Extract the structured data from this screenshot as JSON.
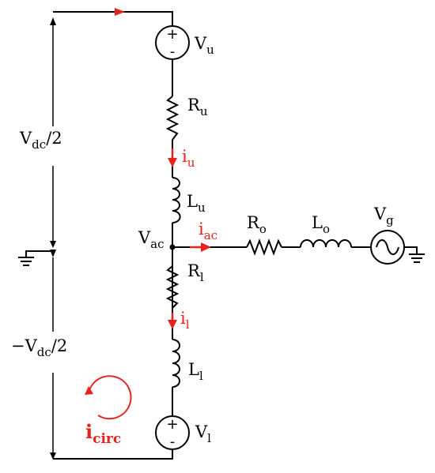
{
  "labels": {
    "vu": {
      "main": "V",
      "sub": "u"
    },
    "ru": {
      "main": "R",
      "sub": "u"
    },
    "iu": {
      "main": "i",
      "sub": "u"
    },
    "lu": {
      "main": "L",
      "sub": "u"
    },
    "vac": {
      "main": "V",
      "sub": "ac"
    },
    "iac": {
      "main": "i",
      "sub": "ac"
    },
    "ro": {
      "main": "R",
      "sub": "o"
    },
    "lo": {
      "main": "L",
      "sub": "o"
    },
    "vg": {
      "main": "V",
      "sub": "g"
    },
    "rl": {
      "main": "R",
      "sub": "l"
    },
    "il": {
      "main": "i",
      "sub": "l"
    },
    "ll": {
      "main": "L",
      "sub": "l"
    },
    "vl": {
      "main": "V",
      "sub": "l"
    },
    "icirc": {
      "main": "i",
      "sub": "circ"
    },
    "vdc_top": {
      "main": "V",
      "sub": "dc",
      "tail": "/2"
    },
    "vdc_bottom": {
      "pre": "−V",
      "sub": "dc",
      "tail": "/2"
    }
  },
  "signs": {
    "plus": "+",
    "minus": "-"
  },
  "colors": {
    "wire": "#000000",
    "current": "#e8211c"
  }
}
